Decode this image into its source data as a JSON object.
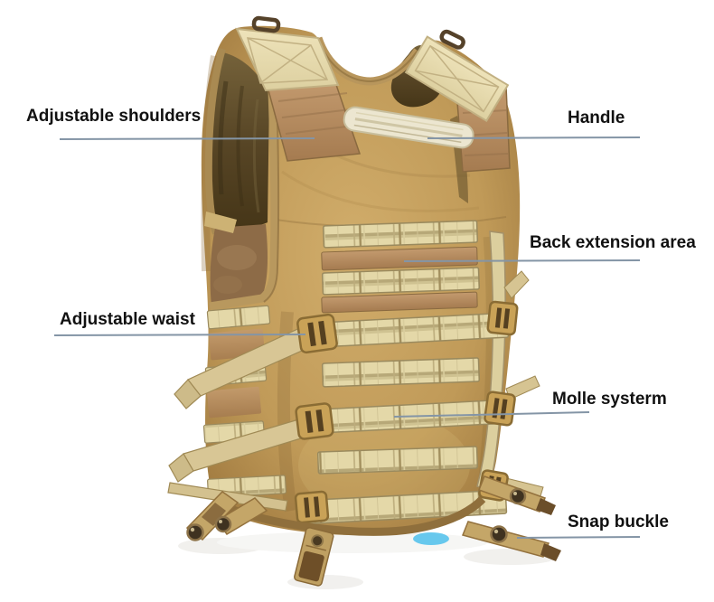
{
  "title": "Tactical MOLLE vest feature callout diagram",
  "product": {
    "name": "Tactical Molle vest, back view",
    "color_style": "tan / khaki"
  },
  "palette": {
    "background": "#ffffff",
    "vest_tan": "#c09a58",
    "vest_shadow": "#96713a",
    "webbing": "#e4d8a8",
    "velcro_brown": "#b5885e",
    "lining_dark": "#5c4a28",
    "buckle_tan": "#c9a257",
    "leader_line": "#8495a6",
    "label_text": "#111111",
    "accent_blue": "#58c3ec"
  },
  "annotations": {
    "labels": [
      {
        "id": "adjustable-shoulders",
        "text": "Adjustable shoulders"
      },
      {
        "id": "handle",
        "text": "Handle"
      },
      {
        "id": "back-extension-area",
        "text": "Back extension area"
      },
      {
        "id": "adjustable-waist",
        "text": "Adjustable waist"
      },
      {
        "id": "molle-system",
        "text": "Molle systerm"
      },
      {
        "id": "snap-buckle",
        "text": "Snap buckle"
      }
    ]
  }
}
